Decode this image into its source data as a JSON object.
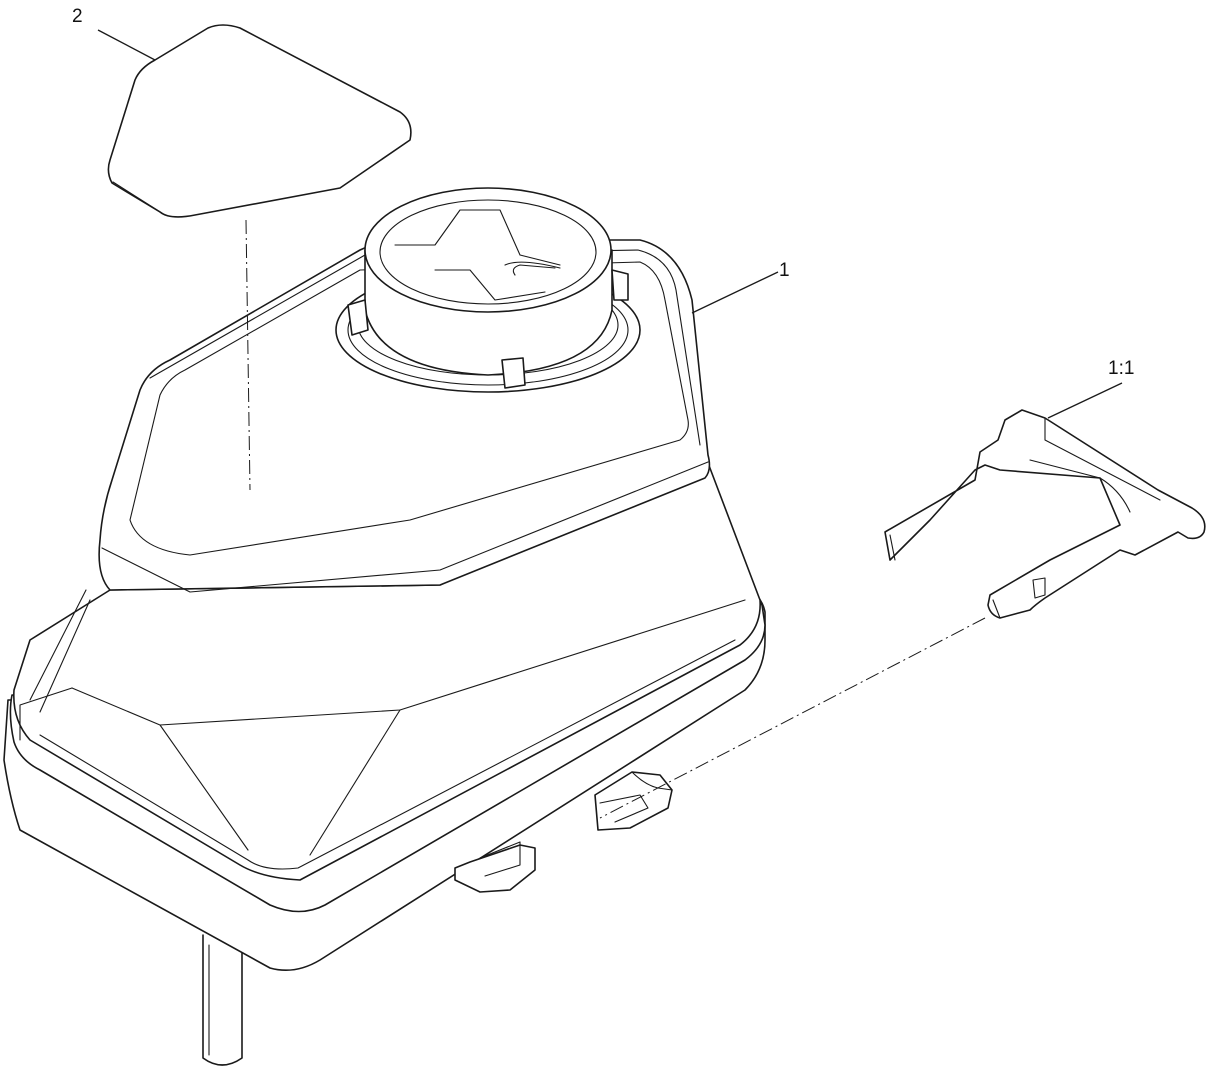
{
  "callouts": {
    "decal": "2",
    "reservoir": "1",
    "clip": "1:1"
  },
  "colors": {
    "line": "#1a1a1a",
    "background": "#ffffff"
  }
}
